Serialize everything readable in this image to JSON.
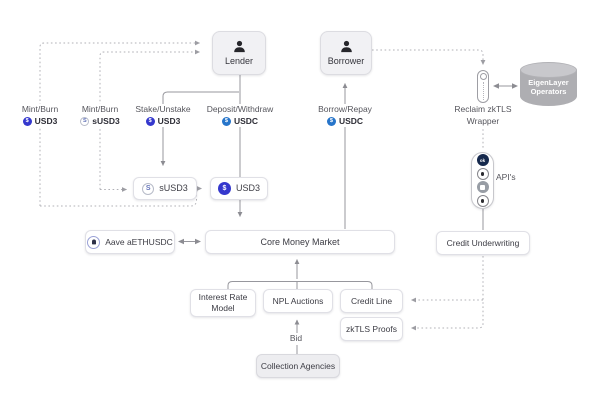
{
  "diagram": {
    "nodes": {
      "lender": "Lender",
      "borrower": "Borrower",
      "susd3": "sUSD3",
      "usd3": "USD3",
      "aave": "Aave aETHUSDC",
      "core_money_market": "Core Money Market",
      "credit_underwriting": "Credit Underwriting",
      "interest_rate_model": "Interest Rate Model",
      "npl_auctions": "NPL Auctions",
      "credit_line": "Credit Line",
      "zktls_proofs": "zkTLS Proofs",
      "collection_agencies": "Collection Agencies",
      "eigenlayer": {
        "line1": "EigenLayer",
        "line2": "Operators"
      }
    },
    "edge_labels": {
      "mint_burn_usd3": {
        "action": "Mint/Burn",
        "token": "USD3"
      },
      "mint_burn_susd3": {
        "action": "Mint/Burn",
        "token": "sUSD3"
      },
      "stake_unstake_usd3": {
        "action": "Stake/Unstake",
        "token": "USD3"
      },
      "deposit_withdraw_usdc": {
        "action": "Deposit/Withdraw",
        "token": "USDC"
      },
      "borrow_repay_usdc": {
        "action": "Borrow/Repay",
        "token": "USDC"
      },
      "reclaim_zktls_wrapper": {
        "line1": "Reclaim zkTLS",
        "line2": "Wrapper"
      },
      "apis": "API's",
      "bid": "Bid"
    },
    "icon_glyphs": {
      "usd3": "$",
      "susd3": "S",
      "usdc": "$",
      "api_ok": "ok"
    },
    "colors": {
      "usd3_icon": "#3538cd",
      "usdc_icon": "#2775ca",
      "susd3_icon_border": "#b7bbc8",
      "solid_line": "#97979d",
      "dashed_line": "#b0b0b6",
      "actor_fill": "#f1f1f4",
      "cylinder_fill": "#aeaeb2",
      "node_text": "#3c3c44"
    }
  }
}
